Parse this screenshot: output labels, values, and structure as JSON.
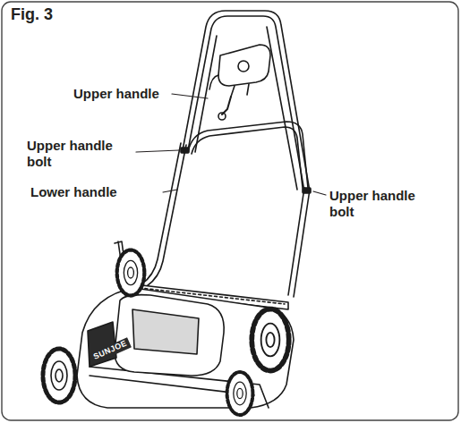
{
  "diagram": {
    "title": "Fig. 3",
    "labels": [
      "Upper handle",
      "Upper handle bolt",
      "Lower handle",
      "Upper handle bolt",
      "SUNJOE"
    ]
  }
}
